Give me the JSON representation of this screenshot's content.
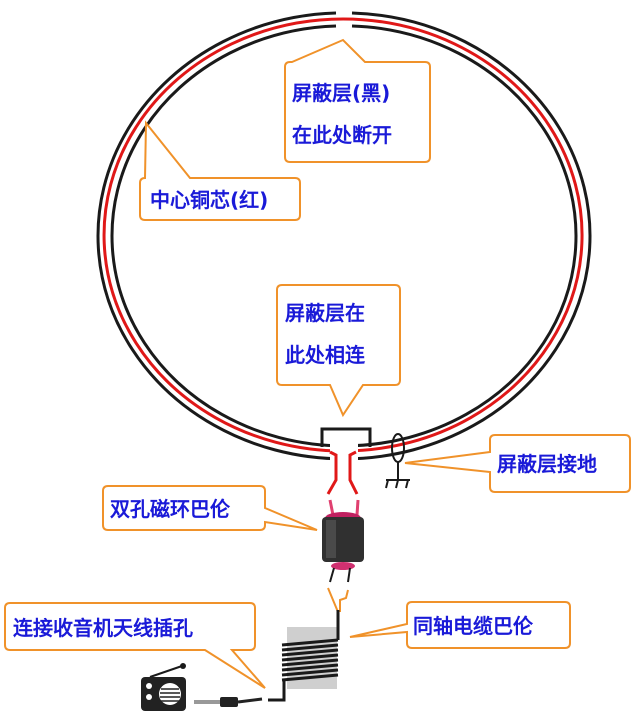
{
  "labels": {
    "shield_break": [
      "屏蔽层(黑)",
      "在此处断开"
    ],
    "center_core": "中心铜芯(红)",
    "shield_joined": [
      "屏蔽层在",
      "此处相连"
    ],
    "shield_ground": "屏蔽层接地",
    "ferrite_balun": "双孔磁环巴伦",
    "radio_jack": "连接收音机天线插孔",
    "coax_balun": "同轴电缆巴伦"
  },
  "colors": {
    "shield": "#1a1a1a",
    "core": "#e01818",
    "callout_border": "#f0922a",
    "text": "#1a1ad8"
  }
}
